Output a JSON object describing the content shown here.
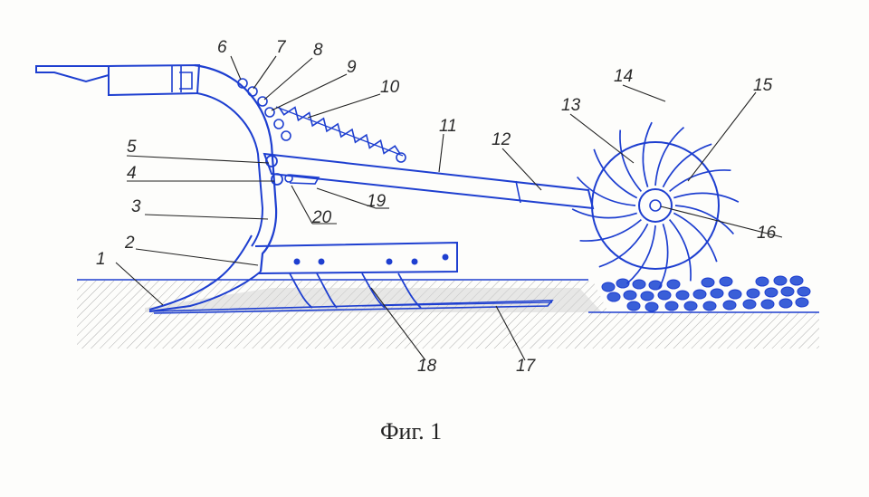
{
  "figure": {
    "caption": "Фиг. 1",
    "colors": {
      "ink": "#1e3fd0",
      "labels": "#2b2b2b",
      "soil": "#9a9a9a"
    },
    "parts": [
      {
        "id": "p1",
        "label": "1"
      },
      {
        "id": "p2",
        "label": "2"
      },
      {
        "id": "p3",
        "label": "3"
      },
      {
        "id": "p4",
        "label": "4"
      },
      {
        "id": "p5",
        "label": "5"
      },
      {
        "id": "p6",
        "label": "6"
      },
      {
        "id": "p7",
        "label": "7"
      },
      {
        "id": "p8",
        "label": "8"
      },
      {
        "id": "p9",
        "label": "9"
      },
      {
        "id": "p10",
        "label": "10"
      },
      {
        "id": "p11",
        "label": "11"
      },
      {
        "id": "p12",
        "label": "12"
      },
      {
        "id": "p13",
        "label": "13"
      },
      {
        "id": "p14",
        "label": "14"
      },
      {
        "id": "p15",
        "label": "15"
      },
      {
        "id": "p16",
        "label": "16"
      },
      {
        "id": "p17",
        "label": "17"
      },
      {
        "id": "p18",
        "label": "18"
      },
      {
        "id": "p19",
        "label": "19"
      },
      {
        "id": "p20",
        "label": "20"
      }
    ]
  }
}
